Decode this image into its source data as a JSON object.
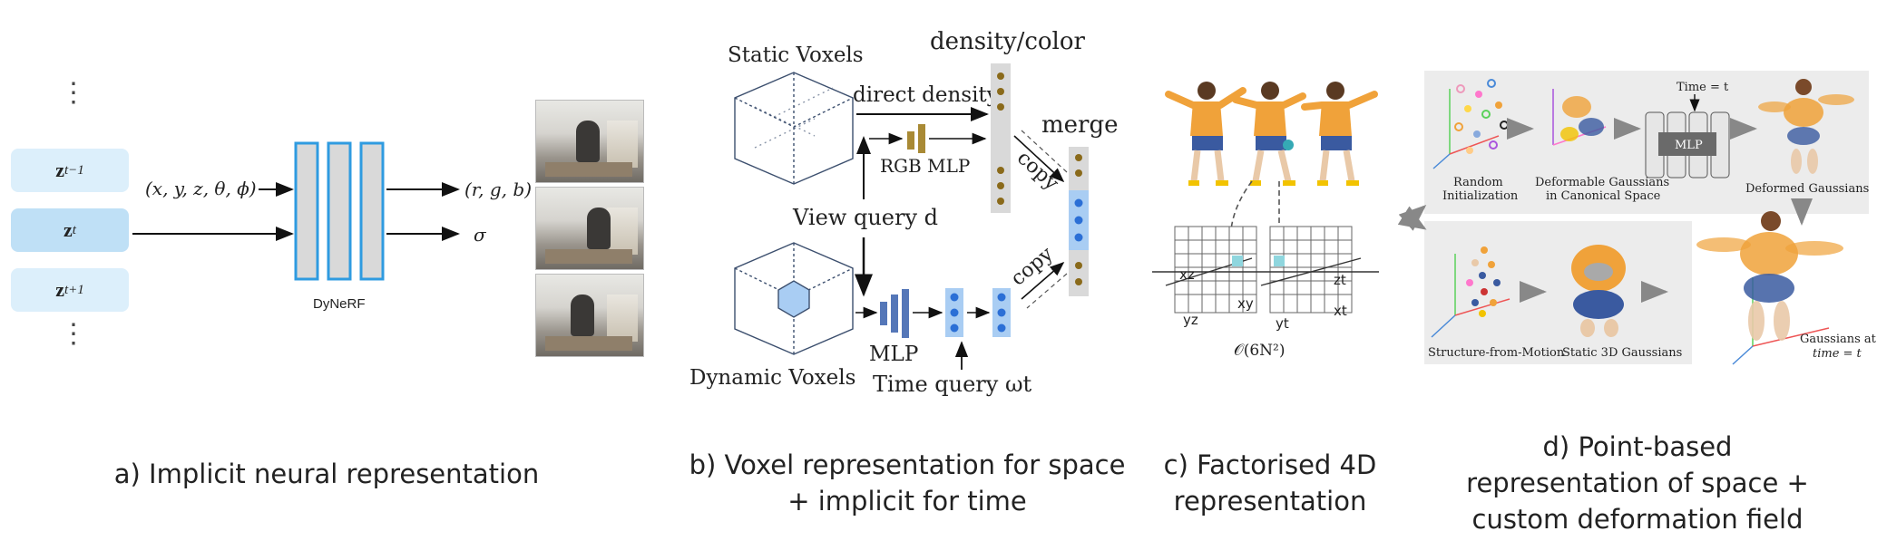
{
  "panel_a": {
    "dots_top": "⋮",
    "latents": [
      "z_{t-1}",
      "z_t",
      "z_{t+1}"
    ],
    "latent_labels": [
      [
        "z",
        "t−1"
      ],
      [
        "z",
        "t"
      ],
      [
        "z",
        "t+1"
      ]
    ],
    "dots_bottom": "⋮",
    "input_label": "(x, y, z, θ, ϕ)",
    "output_rgb": "(r, g, b)",
    "output_sigma": "σ",
    "network_label": "DyNeRF",
    "caption": "a) Implicit neural representation"
  },
  "panel_b": {
    "static_voxels": "Static Voxels",
    "density_color": "density/color",
    "direct_density": "direct density",
    "rgb_mlp": "RGB MLP",
    "view_query": "View query d",
    "merge": "merge",
    "copy_top": "copy",
    "copy_bottom": "copy",
    "mlp": "MLP",
    "dynamic_voxels": "Dynamic Voxels",
    "time_query": "Time query ωt",
    "caption_line1": "b) Voxel representation for space",
    "caption_line2": "+ implicit for time"
  },
  "panel_c": {
    "plane_labels": [
      "xz",
      "xy",
      "zt",
      "yz",
      "yt",
      "xt"
    ],
    "complexity": "𝒪(6N²)",
    "caption_line1": "c) Factorised 4D",
    "caption_line2": "representation"
  },
  "panel_d": {
    "time_eq": "Time = t",
    "mlp": "MLP",
    "random_init_1": "Random",
    "random_init_2": "Initialization",
    "deformable_1": "Deformable Gaussians",
    "deformable_2": "in Canonical Space",
    "deformed": "Deformed Gaussians",
    "sfm": "Structure-from-Motion",
    "static3d": "Static 3D Gaussians",
    "gauss_at_1": "Gaussians at",
    "gauss_at_2": "time = t",
    "caption_line1": "d) Point-based",
    "caption_line2": "representation of space +",
    "caption_line3": "custom deformation field"
  },
  "colors": {
    "latent_bg": "#dceffb",
    "mlp_border": "#2f9be0",
    "mlp_fill": "#d9d9d9",
    "voxel_gold": "#8a6a1a",
    "voxel_blue": "#2b6fd6",
    "plane_teal": "#35a9b5"
  }
}
